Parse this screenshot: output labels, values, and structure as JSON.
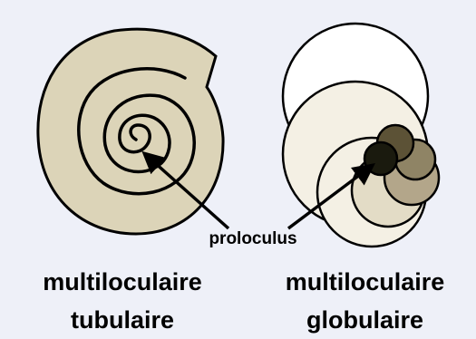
{
  "diagram": {
    "pointer_label": "proloculus",
    "left_caption": {
      "line1": "multiloculaire",
      "line2": "tubulaire"
    },
    "right_caption": {
      "line1": "multiloculaire",
      "line2": "globulaire"
    }
  },
  "colors": {
    "background": "#eef0f8",
    "tubular_fill": "#dcd4b8",
    "outline": "#000000",
    "chamber_white": "#ffffff",
    "chamber_cream": "#f4f0e4",
    "chamber_light_olive": "#e3dcc6",
    "chamber_olive": "#b3a68a",
    "chamber_mid_olive": "#8f8465",
    "chamber_dark_olive": "#5c5236",
    "proloculus_dark": "#1a1a0e"
  }
}
